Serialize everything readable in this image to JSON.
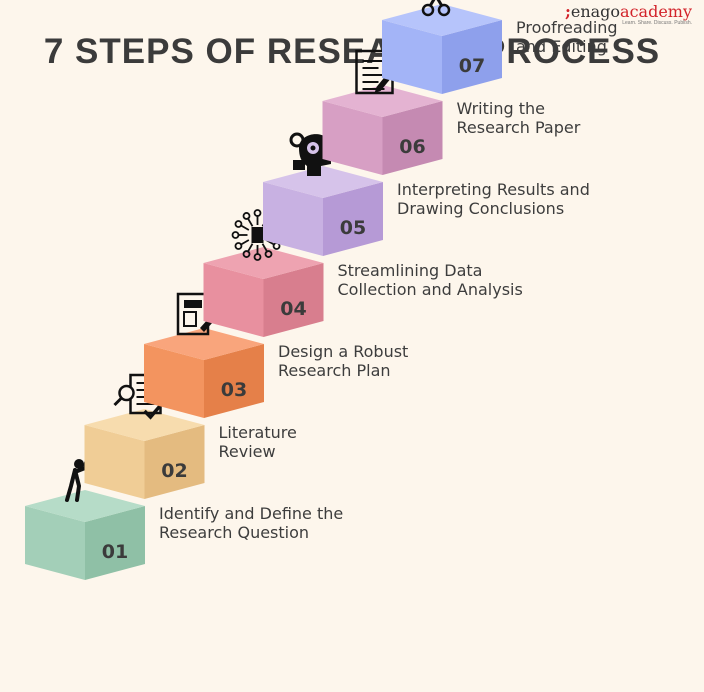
{
  "title": "7 STEPS OF RESEARCH PROCESS",
  "logo": {
    "mark": ";",
    "text_dark": "enago",
    "text_accent": "academy",
    "tagline": "Learn. Share. Discuss. Publish."
  },
  "steps": [
    {
      "number": "01",
      "label": "Identify and Define the\nResearch Question",
      "icon": "researcher-magnifier-icon",
      "colors": {
        "top": "#b6dcc8",
        "left": "#a3cfb8",
        "right": "#8fc0a6"
      }
    },
    {
      "number": "02",
      "label": "Literature\nReview",
      "icon": "document-review-icon",
      "colors": {
        "top": "#f7dcae",
        "left": "#f0cd96",
        "right": "#e4bb80"
      }
    },
    {
      "number": "03",
      "label": "Design a Robust\nResearch Plan",
      "icon": "plan-design-icon",
      "colors": {
        "top": "#f9a57c",
        "left": "#f3945f",
        "right": "#e58049"
      }
    },
    {
      "number": "04",
      "label": "Streamlining Data\nCollection and Analysis",
      "icon": "data-network-icon",
      "colors": {
        "top": "#eea3b1",
        "left": "#e8909f",
        "right": "#d87e8e"
      }
    },
    {
      "number": "05",
      "label": "Interpreting Results and\nDrawing Conclusions",
      "icon": "brain-gears-icon",
      "colors": {
        "top": "#d6c3ea",
        "left": "#c8b1e2",
        "right": "#b69ad6"
      }
    },
    {
      "number": "06",
      "label": "Writing the\nResearch Paper",
      "icon": "writing-paper-icon",
      "colors": {
        "top": "#e4b3d2",
        "left": "#d79fc4",
        "right": "#c58ab2"
      }
    },
    {
      "number": "07",
      "label": "Proofreading\nand Editing",
      "icon": "film-scissors-icon",
      "colors": {
        "top": "#b6c4fb",
        "left": "#a3b4f7",
        "right": "#8ea0ec"
      }
    }
  ]
}
